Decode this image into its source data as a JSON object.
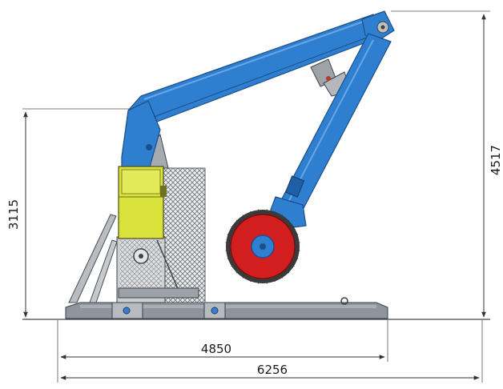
{
  "dimensions": {
    "height_left": "3115",
    "height_right": "4517",
    "length_base": "4850",
    "length_total": "6256"
  },
  "colors": {
    "boom_blue": "#2f7fd0",
    "boom_edge": "#1b4f8a",
    "cab_yellow": "#d8e23a",
    "saw_red": "#d21e1e",
    "base_gray": "#8f959c",
    "frame_gray": "#b9bcc0",
    "dim_line": "#333333"
  }
}
